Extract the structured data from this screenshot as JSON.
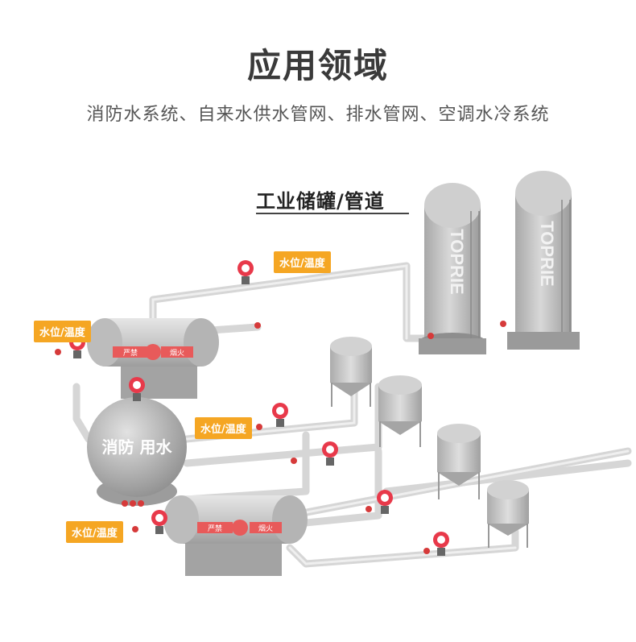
{
  "title": "应用领域",
  "subtitle": "消防水系统、自来水供水管网、排水管网、空调水冷系统",
  "diagram": {
    "industry_label": "工业储罐/管道",
    "sensor_tags": [
      "水位/温度",
      "水位/温度",
      "水位/温度",
      "水位/温度"
    ],
    "sphere_text": "消防 用水",
    "tank_warning_left": "严禁",
    "tank_warning_right": "烟火",
    "tower_brand": "TOPRIE",
    "colors": {
      "tag": "#f5a623",
      "sensor": "#e8394a",
      "tank": "#c9c9c9",
      "warning": "#e85a5a"
    }
  }
}
